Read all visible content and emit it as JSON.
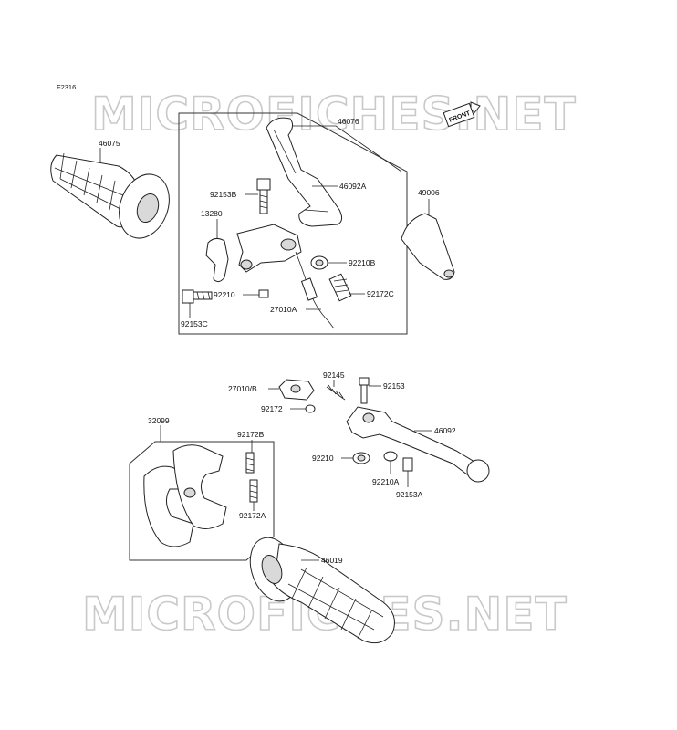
{
  "figure_code": "F2316",
  "watermark_text": "MICROFICHES.NET",
  "front_label": "FRONT",
  "parts": {
    "p46075": "46075",
    "p46076": "46076",
    "p46092A": "46092A",
    "p92153B": "92153B",
    "p13280": "13280",
    "p49006": "49006",
    "p92210B": "92210B",
    "p92210": "92210",
    "p92172C": "92172C",
    "p27010A": "27010A",
    "p92153C": "92153C",
    "p27010B": "27010/B",
    "p92145": "92145",
    "p92153": "92153",
    "p92172": "92172",
    "p46092": "46092",
    "p32099": "32099",
    "p92172B": "92172B",
    "p92210b": "92210",
    "p92210A": "92210A",
    "p92153A": "92153A",
    "p92172A": "92172A",
    "p46019": "46019"
  }
}
